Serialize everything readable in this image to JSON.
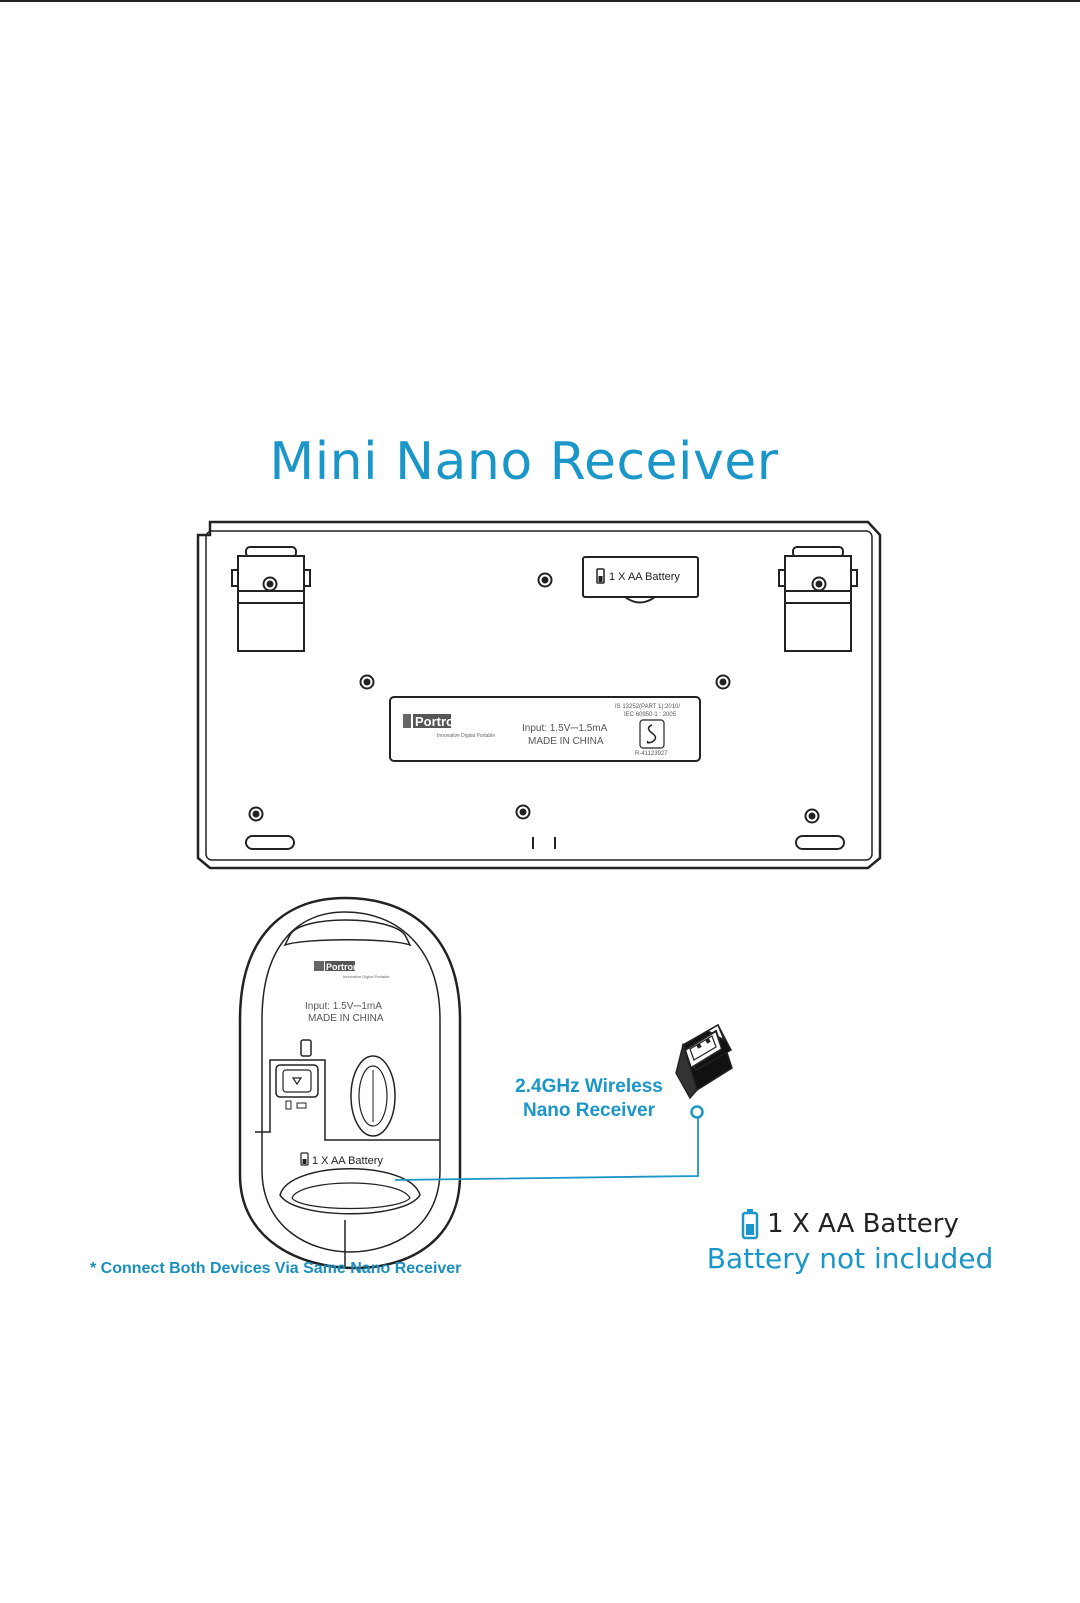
{
  "title": "Mini Nano Receiver",
  "keyboard": {
    "battery_label": "1 X AA Battery",
    "brand": "Portronics",
    "tagline": "Innovative Digital Portable",
    "input": "Input: 1.5V⎓1.5mA",
    "made_in": "MADE IN CHINA",
    "cert_line1": "IS 13252(PART 1):2010/",
    "cert_line2": "IEC 60950-1 : 2005",
    "cert_code": "R-41123927"
  },
  "mouse": {
    "brand": "Portronics",
    "tagline": "Innovative Digital Portable",
    "input": "Input: 1.5V⎓1mA",
    "made_in": "MADE IN CHINA",
    "battery_label": "1 X AA Battery"
  },
  "receiver": {
    "label_line1": "2.4GHz Wireless",
    "label_line2": "Nano Receiver"
  },
  "note": "* Connect Both Devices Via Same Nano Receiver",
  "battery_info": {
    "line1": "1 X AA Battery",
    "line2": "Battery not included"
  },
  "colors": {
    "accent": "#1b96c8",
    "line": "#222222"
  }
}
